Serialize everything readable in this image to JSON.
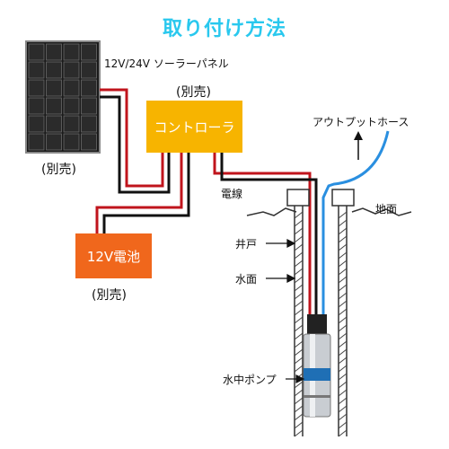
{
  "title": "取り付け方法",
  "labels": {
    "solar_panel": "12V/24V ソーラーパネル",
    "panel_sold_separately": "(別売)",
    "controller_sold_separately": "(別売)",
    "controller": "コントローラ",
    "battery": "12V電池",
    "battery_sold_separately": "(別売)",
    "wire": "電線",
    "outlet_hose": "アウトプットホース",
    "ground": "地面",
    "well": "井戸",
    "water_level": "水面",
    "pump": "水中ポンプ"
  },
  "colors": {
    "title": "#29c8ee",
    "controller": "#f7b400",
    "battery": "#f0671c",
    "wire_red": "#c0141c",
    "wire_black": "#111111",
    "hose": "#2a8fe0"
  },
  "icons": [
    "solar-panel-icon",
    "pump-icon",
    "arrow-up-icon"
  ]
}
